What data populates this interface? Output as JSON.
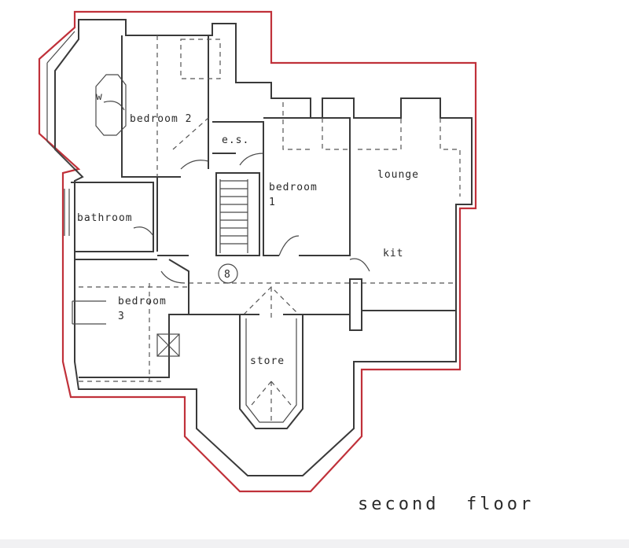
{
  "rooms": {
    "bedroom2": "bedroom 2",
    "es": "e.s.",
    "bedroom1_line1": "bedroom",
    "bedroom1_line2": "1",
    "lounge": "lounge",
    "bathroom": "bathroom",
    "kit": "kit",
    "bedroom3_line1": "bedroom",
    "bedroom3_line2": "3",
    "store": "store",
    "wardrobe": "w"
  },
  "marker": "8",
  "caption": "second  floor",
  "colors": {
    "boundary": "#c0313a",
    "walls": "#3a3a3a"
  }
}
